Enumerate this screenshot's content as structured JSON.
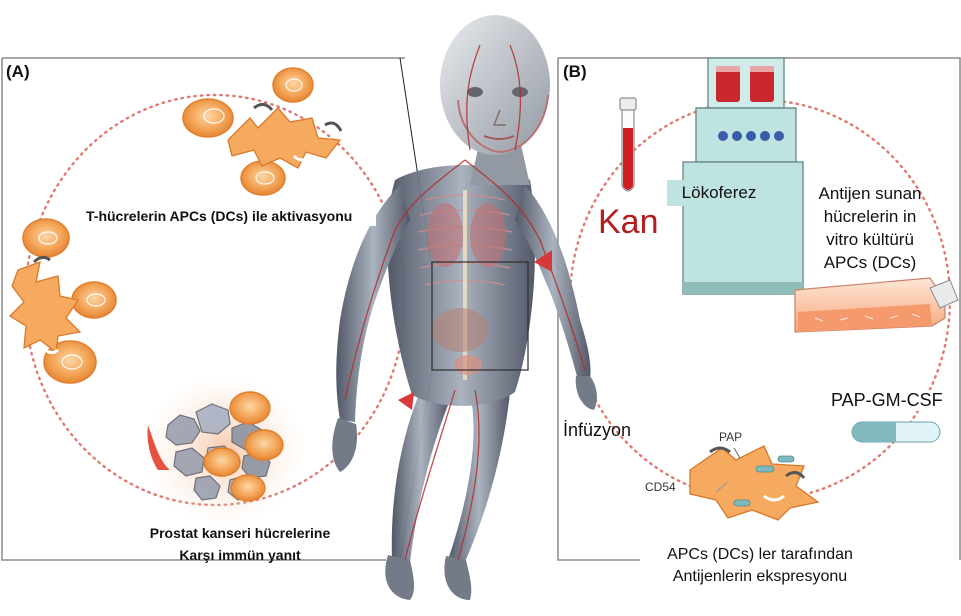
{
  "panel_a": {
    "letter": "(A)",
    "activation_label": "T-hücrelerin APCs (DCs) ile aktivasyonu",
    "response_label_line1": "Prostat kanseri hücrelerine",
    "response_label_line2": "Karşı immün yanıt"
  },
  "panel_b": {
    "letter": "(B)",
    "blood_label": "Kan",
    "machine_label": "Lökoferez",
    "culture_label_lines": [
      "Antijen sunan",
      "hücrelerin in",
      "vitro kültürü",
      "APCs (DCs)"
    ],
    "drug_label": "PAP-GM-CSF",
    "infusion_label": "İnfüzyon",
    "pap_tag": "PAP",
    "cd54_tag": "CD54",
    "expression_label_line1": "APCs (DCs) ler tarafından",
    "expression_label_line2": "Antijenlerin ekspresyonu"
  },
  "colors": {
    "cell_fill": "#f4a35a",
    "cell_edge": "#e07f2e",
    "dotted_cycle": "#e07a72",
    "blood_red": "#c41e1e",
    "machine_teal": "#bfe3e0",
    "panel_border": "#8a8a8a"
  },
  "icons": [
    "blood-tube-icon",
    "leukapheresis-machine-icon",
    "culture-flask-icon",
    "drug-capsule-icon",
    "human-body-icon",
    "dendritic-cell-icon",
    "t-cell-icon",
    "tumor-cluster-icon"
  ]
}
